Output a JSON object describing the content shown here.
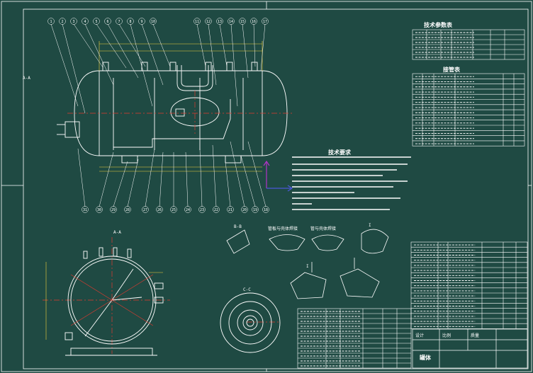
{
  "colors": {
    "background": "#1f4a43",
    "line": "#ffffff",
    "center_line": "#e23a2f",
    "dimension": "#f2d13c",
    "axis_x": "#4b58d8",
    "axis_y": "#b233c6"
  },
  "section_marks": {
    "aa_top": "A-A",
    "bb": "B-B",
    "aa_side": "A-A",
    "cc": "C-C",
    "ii": "I",
    "detail_i": "I"
  },
  "tables": {
    "design_data_title": "技术参数表",
    "nozzle_table_title": "接管表",
    "tech_req_title": "技术要求",
    "title_block_name": "罐体",
    "title_block_unit": "比例",
    "title_block_mass": "质量",
    "title_block_design": "设计"
  },
  "weld_captions": {
    "cap_1": "管板与壳体焊接",
    "cap_2": "管与壳体焊接"
  },
  "balloon_numbers_top": [
    "1",
    "2",
    "3",
    "4",
    "5",
    "6",
    "7",
    "8",
    "9",
    "10",
    "11",
    "12",
    "13",
    "14",
    "15",
    "16",
    "17"
  ],
  "balloon_numbers_bottom": [
    "31",
    "30",
    "29",
    "28",
    "27",
    "26",
    "25",
    "24",
    "23",
    "22",
    "21",
    "20",
    "19",
    "18"
  ]
}
